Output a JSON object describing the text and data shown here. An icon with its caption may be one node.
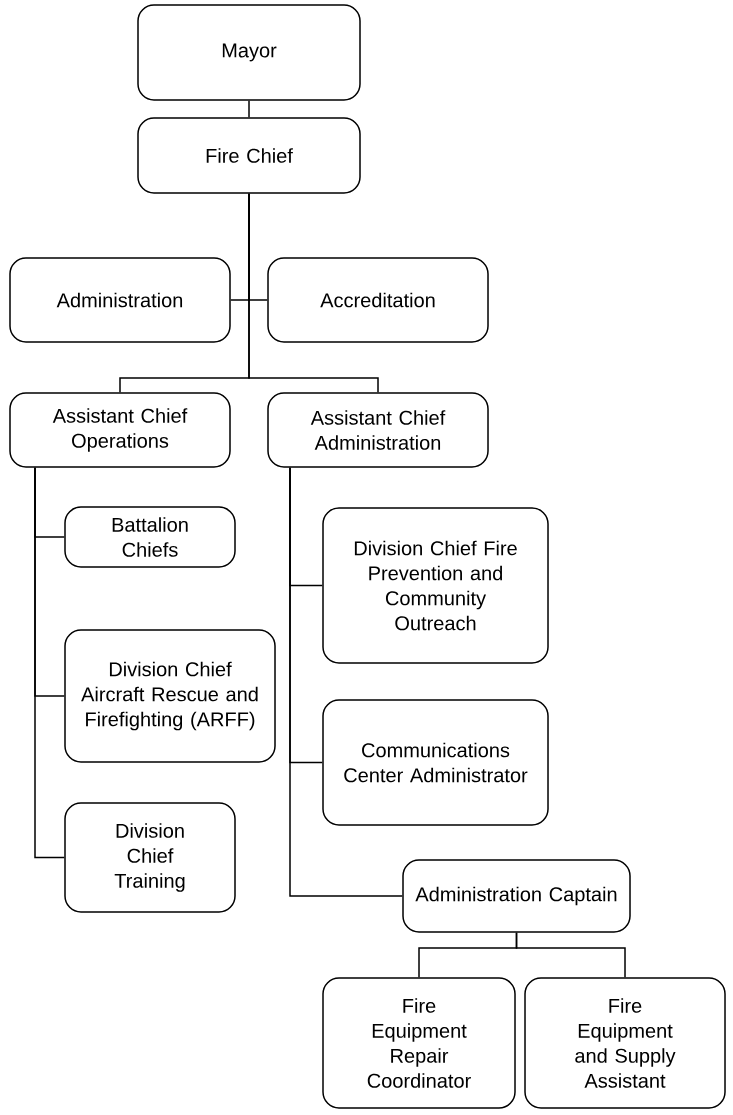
{
  "diagram": {
    "nodes": [
      {
        "text": [
          "Mayor"
        ]
      },
      {
        "text": [
          "Fire Chief"
        ]
      },
      {
        "text": [
          "Administration"
        ]
      },
      {
        "text": [
          "Accreditation"
        ]
      },
      {
        "text": [
          "Assistant Chief Operations"
        ]
      },
      {
        "text": [
          "Assistant Chief Administration"
        ]
      },
      {
        "text": [
          "Battalion Chiefs"
        ]
      },
      {
        "text": [
          "Division Chief Aircraft Rescue and Firefighting (ARFF)"
        ]
      },
      {
        "text": [
          "Division Chief Training"
        ]
      },
      {
        "text": [
          "Division Chief Fire Prevention and Community Outreach"
        ]
      },
      {
        "text": [
          "Communications Center Administrator"
        ]
      },
      {
        "text": [
          "Administration Captain"
        ]
      },
      {
        "text": [
          "Fire Equipment Repair Coordinator"
        ]
      },
      {
        "text": [
          "Fire Equipment and Supply Assistant"
        ]
      }
    ],
    "edges": [
      {
        "from": 0,
        "to": 1,
        "arrow": "none"
      },
      {
        "from": 1,
        "to": 2,
        "arrow": "none"
      },
      {
        "from": 1,
        "to": 3,
        "arrow": "none"
      },
      {
        "from": 1,
        "to": 4,
        "arrow": "none"
      },
      {
        "from": 1,
        "to": 5,
        "arrow": "none"
      },
      {
        "from": 4,
        "to": 6,
        "arrow": "none"
      },
      {
        "from": 4,
        "to": 7,
        "arrow": "none"
      },
      {
        "from": 4,
        "to": 8,
        "arrow": "none"
      },
      {
        "from": 5,
        "to": 9,
        "arrow": "none"
      },
      {
        "from": 5,
        "to": 10,
        "arrow": "none"
      },
      {
        "from": 5,
        "to": 11,
        "arrow": "none"
      },
      {
        "from": 11,
        "to": 12,
        "arrow": "none"
      },
      {
        "from": 11,
        "to": 13,
        "arrow": "none"
      }
    ]
  }
}
